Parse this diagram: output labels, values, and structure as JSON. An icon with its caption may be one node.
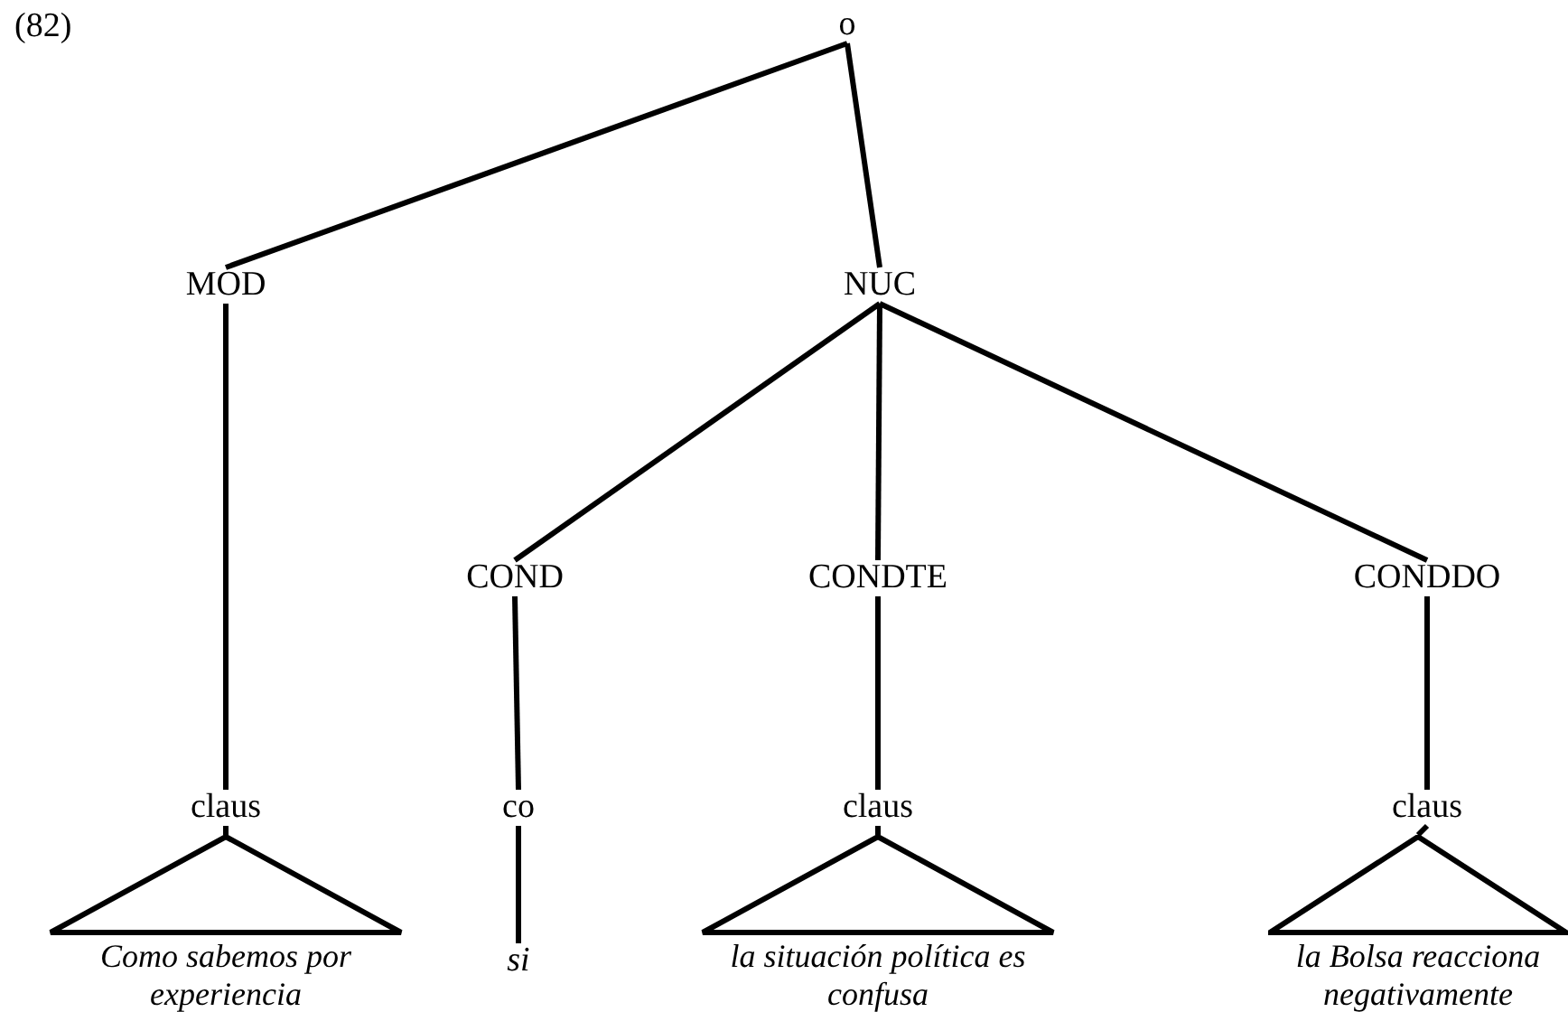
{
  "diagram": {
    "nodes": [
      {
        "text": [
          "o"
        ]
      },
      {
        "text": [
          "MOD"
        ]
      },
      {
        "text": [
          "NUC"
        ]
      },
      {
        "text": [
          "COND"
        ]
      },
      {
        "text": [
          "CONDTE"
        ]
      },
      {
        "text": [
          "CONDDO"
        ]
      },
      {
        "text": [
          "claus"
        ]
      },
      {
        "text": [
          "co"
        ]
      },
      {
        "text": [
          "claus"
        ]
      },
      {
        "text": [
          "claus"
        ]
      },
      {
        "text": [
          "Como sabemos por experiencia"
        ]
      },
      {
        "text": [
          "si"
        ]
      },
      {
        "text": [
          "la situación política es confusa"
        ]
      },
      {
        "text": [
          "la Bolsa reacciona negativamente"
        ]
      }
    ],
    "edges": [
      {
        "from": 0,
        "to": 1,
        "arrow": "none"
      },
      {
        "from": 0,
        "to": 2,
        "arrow": "none"
      },
      {
        "from": 1,
        "to": 6,
        "arrow": "none"
      },
      {
        "from": 2,
        "to": 3,
        "arrow": "none"
      },
      {
        "from": 2,
        "to": 4,
        "arrow": "none"
      },
      {
        "from": 2,
        "to": 5,
        "arrow": "none"
      },
      {
        "from": 3,
        "to": 7,
        "arrow": "none"
      },
      {
        "from": 4,
        "to": 8,
        "arrow": "none"
      },
      {
        "from": 5,
        "to": 9,
        "arrow": "none"
      },
      {
        "from": 6,
        "to": 10,
        "arrow": "none"
      },
      {
        "from": 7,
        "to": 11,
        "arrow": "none"
      },
      {
        "from": 8,
        "to": 12,
        "arrow": "none"
      },
      {
        "from": 9,
        "to": 13,
        "arrow": "none"
      }
    ],
    "labels": [
      "(82)"
    ]
  }
}
